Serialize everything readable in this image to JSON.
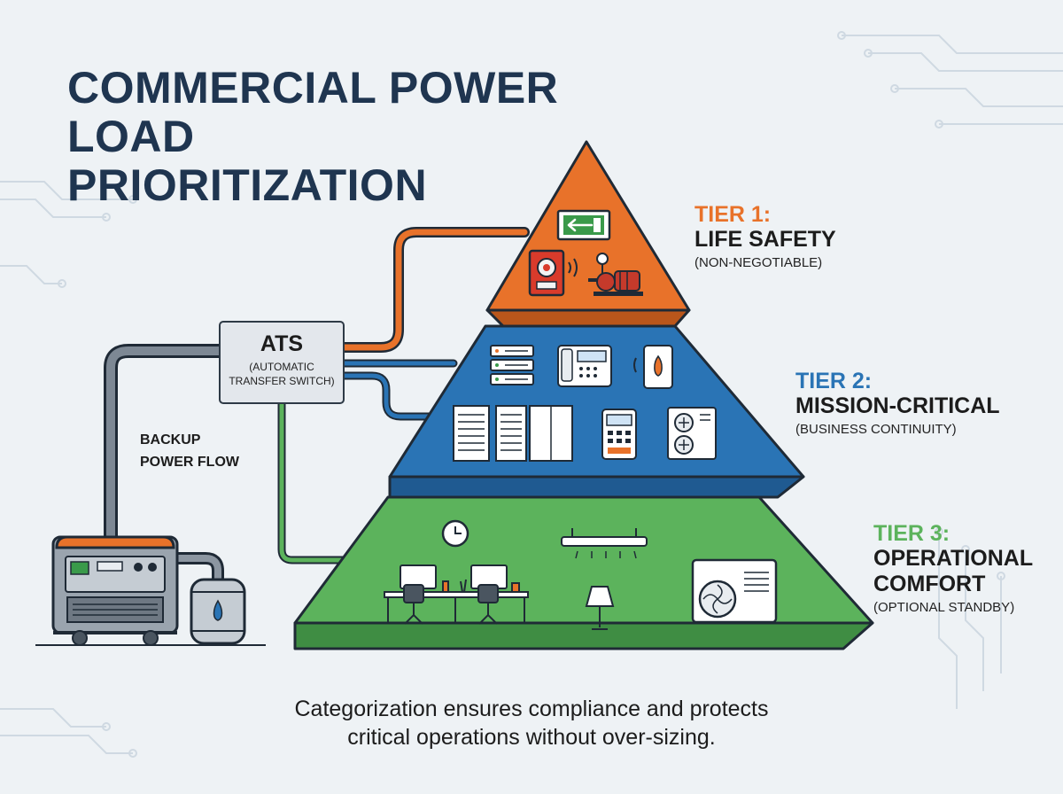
{
  "title": {
    "line1": "COMMERCIAL POWER LOAD",
    "line2": "PRIORITIZATION"
  },
  "tiers": [
    {
      "number": "TIER 1:",
      "name_line1": "LIFE SAFETY",
      "name_line2": "",
      "subtitle": "(NON-NEGOTIABLE)",
      "color": "#e8722a"
    },
    {
      "number": "TIER 2:",
      "name_line1": "MISSION-CRITICAL",
      "name_line2": "",
      "subtitle": "(BUSINESS CONTINUITY)",
      "color": "#2a74b5"
    },
    {
      "number": "TIER 3:",
      "name_line1": "OPERATIONAL",
      "name_line2": "COMFORT",
      "subtitle": "(OPTIONAL STANDBY)",
      "color": "#5cb35c"
    }
  ],
  "ats": {
    "title": "ATS",
    "subtitle_line1": "(AUTOMATIC",
    "subtitle_line2": "TRANSFER SWITCH)"
  },
  "backup_flow": {
    "line1": "BACKUP",
    "line2": "POWER FLOW"
  },
  "footer": {
    "line1": "Categorization ensures compliance and protects",
    "line2": "critical operations without over-sizing."
  },
  "colors": {
    "background": "#eef2f5",
    "title": "#1f3550",
    "tier1": "#e8722a",
    "tier2": "#2a74b5",
    "tier3": "#5cb35c",
    "outline": "#1f2a36"
  },
  "icons": {
    "tier1": [
      "exit-sign-icon",
      "fire-alarm-icon",
      "fire-pump-icon"
    ],
    "tier2": [
      "server-rack-icon",
      "phone-system-icon",
      "tablet-icon",
      "storage-rack-icon",
      "payment-terminal-icon",
      "hvac-unit-icon"
    ],
    "tier3": [
      "clock-icon",
      "ceiling-light-icon",
      "office-desks-icon",
      "lamp-icon",
      "air-conditioner-icon"
    ],
    "power": [
      "generator-icon",
      "fuel-tank-icon"
    ]
  }
}
